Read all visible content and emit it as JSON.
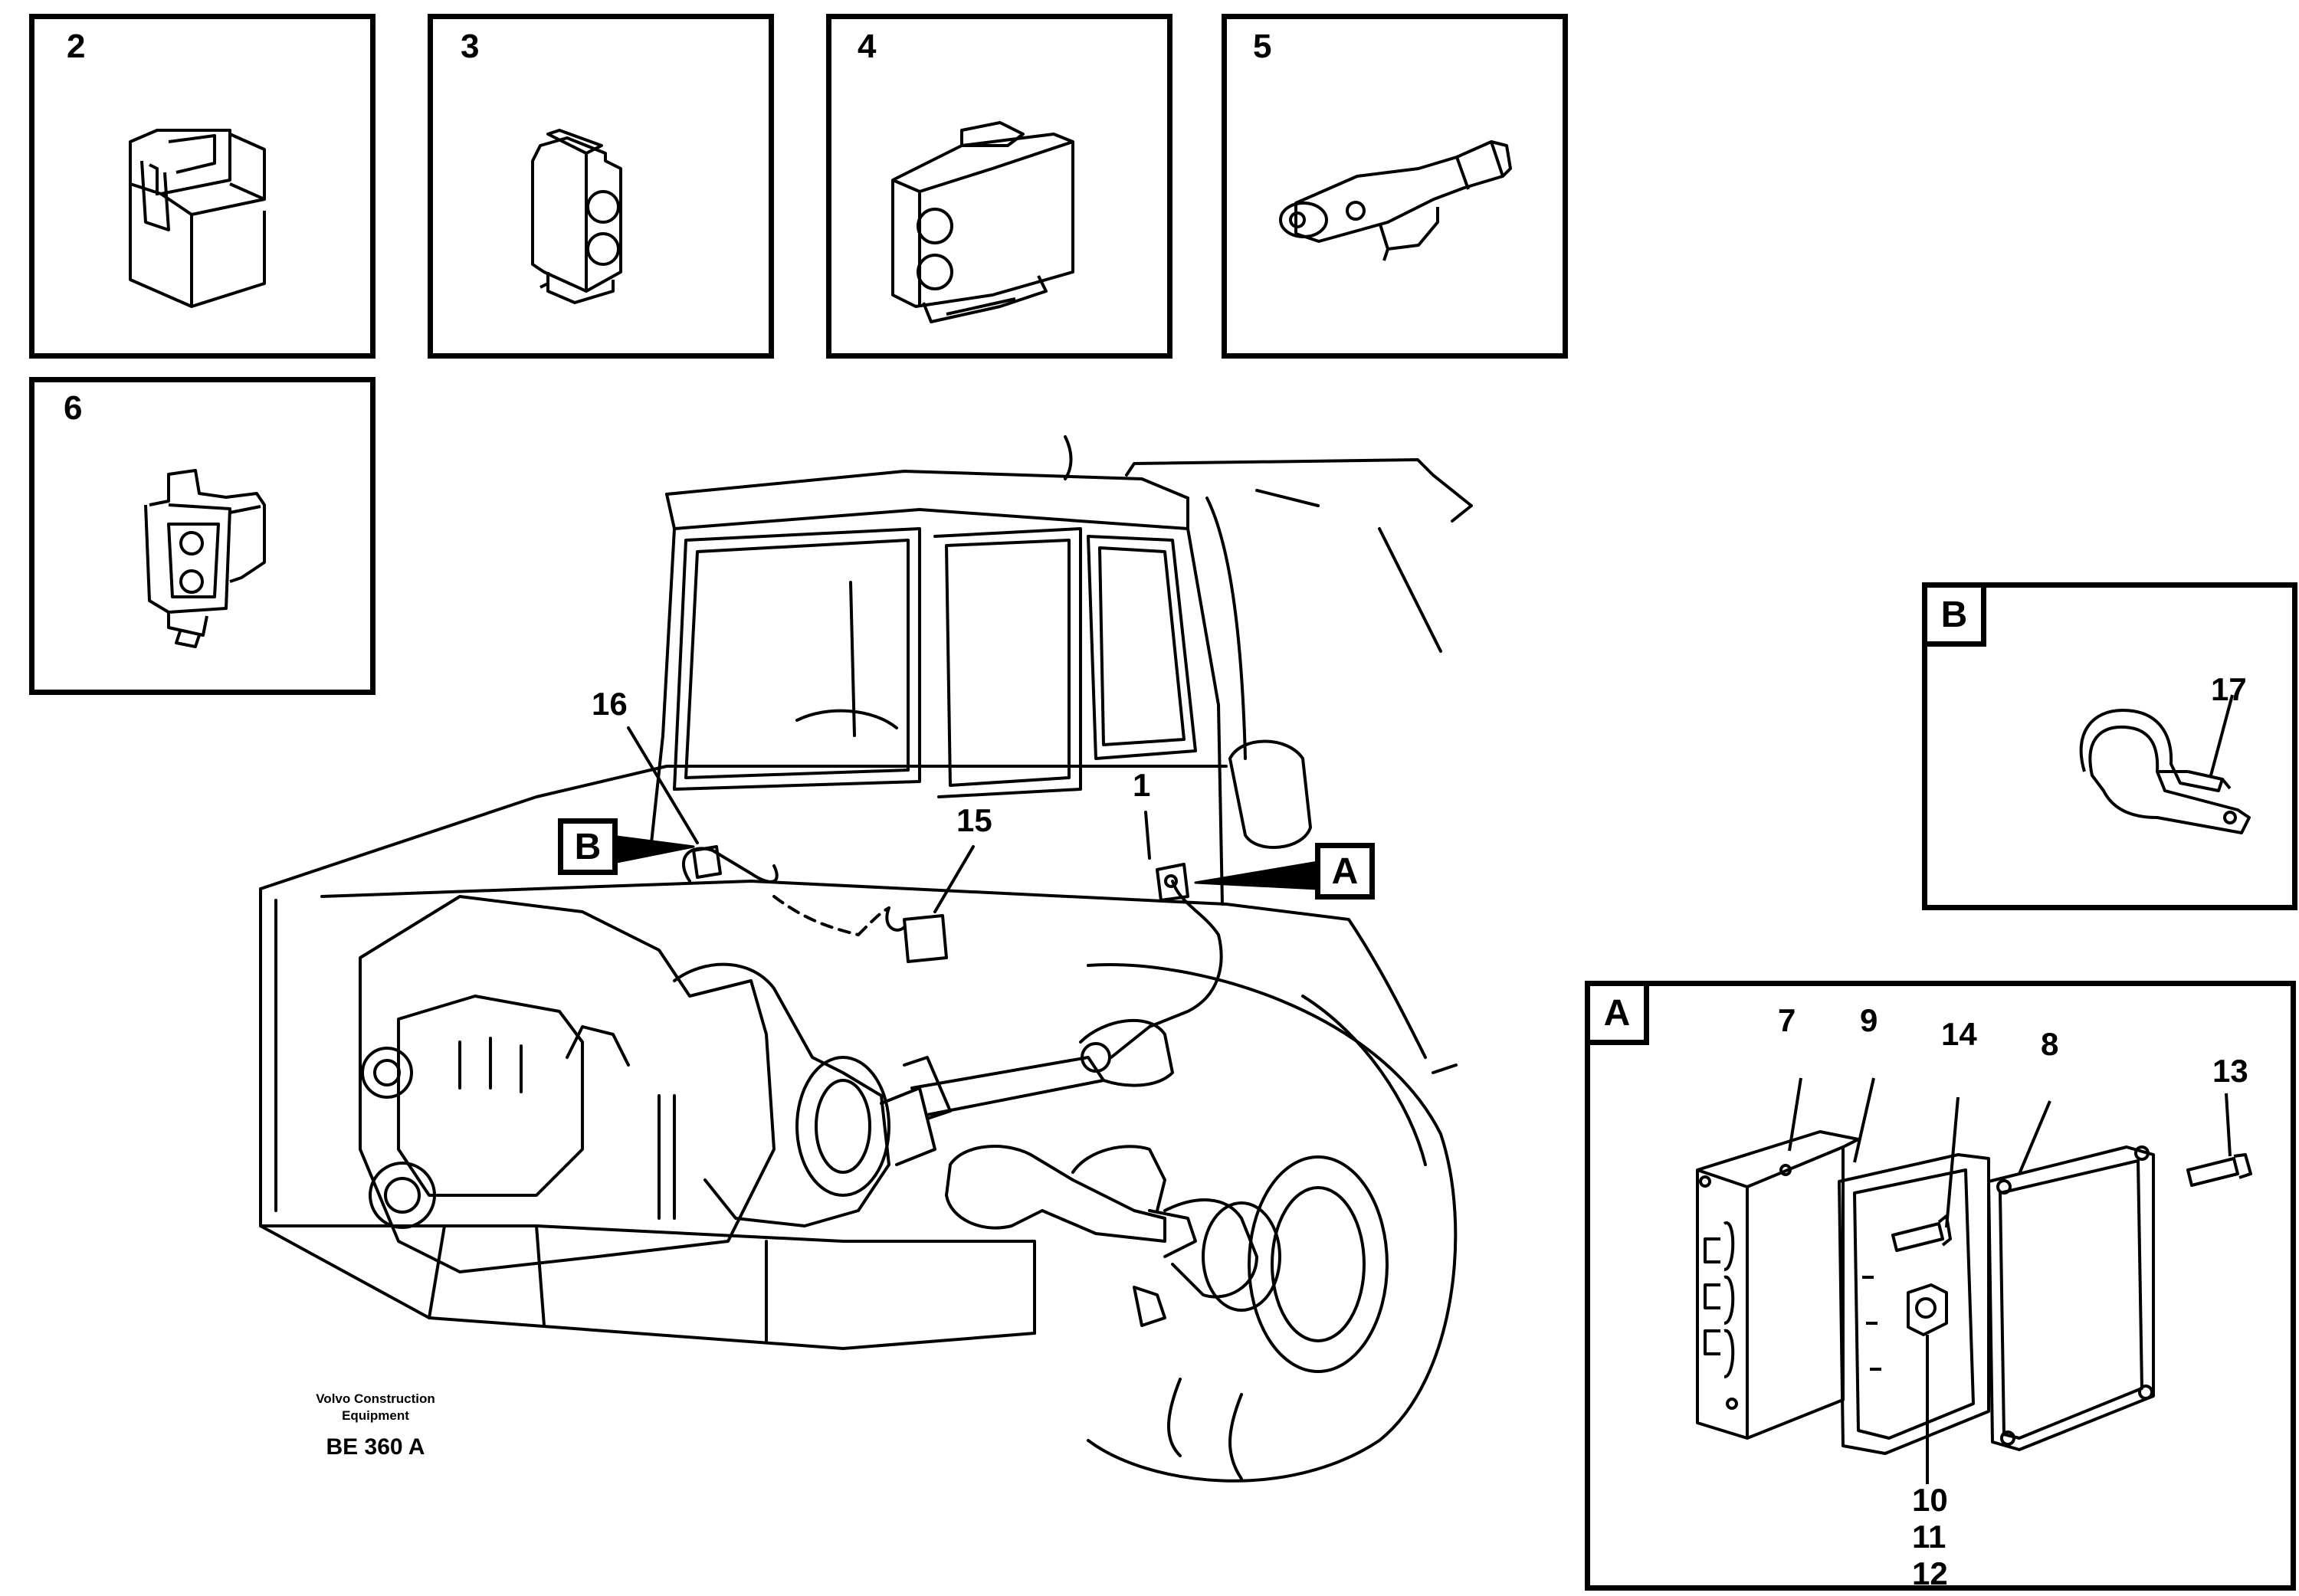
{
  "detail_panels": [
    {
      "number": "2",
      "icon": "square-connector-housing-icon"
    },
    {
      "number": "3",
      "icon": "two-pin-connector-icon"
    },
    {
      "number": "4",
      "icon": "two-pin-connector-with-latch-icon"
    },
    {
      "number": "5",
      "icon": "cable-plug-boot-icon"
    },
    {
      "number": "6",
      "icon": "connector-clip-icon"
    }
  ],
  "detail_B": {
    "letter": "B",
    "items": [
      "17"
    ],
    "icon": "p-clamp-icon"
  },
  "detail_A": {
    "letter": "A",
    "items": [
      "7",
      "9",
      "14",
      "8",
      "13",
      "10",
      "11",
      "12"
    ],
    "icon": "control-unit-box-exploded-icon"
  },
  "main_view": {
    "callouts": [
      "16",
      "1",
      "15"
    ],
    "pointer_labels": [
      "B",
      "A"
    ],
    "icon": "articulated-hauler-front-section-icon"
  },
  "footer": {
    "brand_line1": "Volvo Construction",
    "brand_line2": "Equipment",
    "code": "BE 360 A"
  }
}
